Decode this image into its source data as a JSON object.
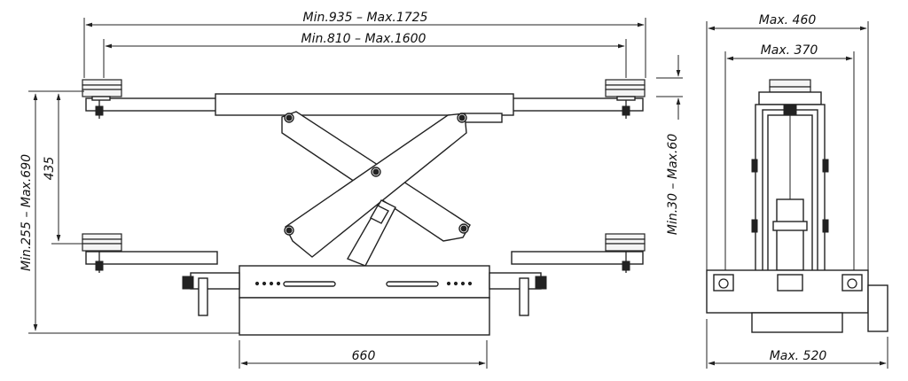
{
  "dimensions": {
    "overall_width": "Min.935  –  Max.1725",
    "pad_width": "Min.810  –  Max.1600",
    "height_range": "Min.255  –  Max.690",
    "stroke": "435",
    "pad_adjust": "Min.30  –  Max.60",
    "base_length": "660",
    "side_overall": "Max.  460",
    "side_inner": "Max.  370",
    "side_base": "Max.  520"
  },
  "colors": {
    "line": "#222222",
    "background": "#ffffff"
  }
}
